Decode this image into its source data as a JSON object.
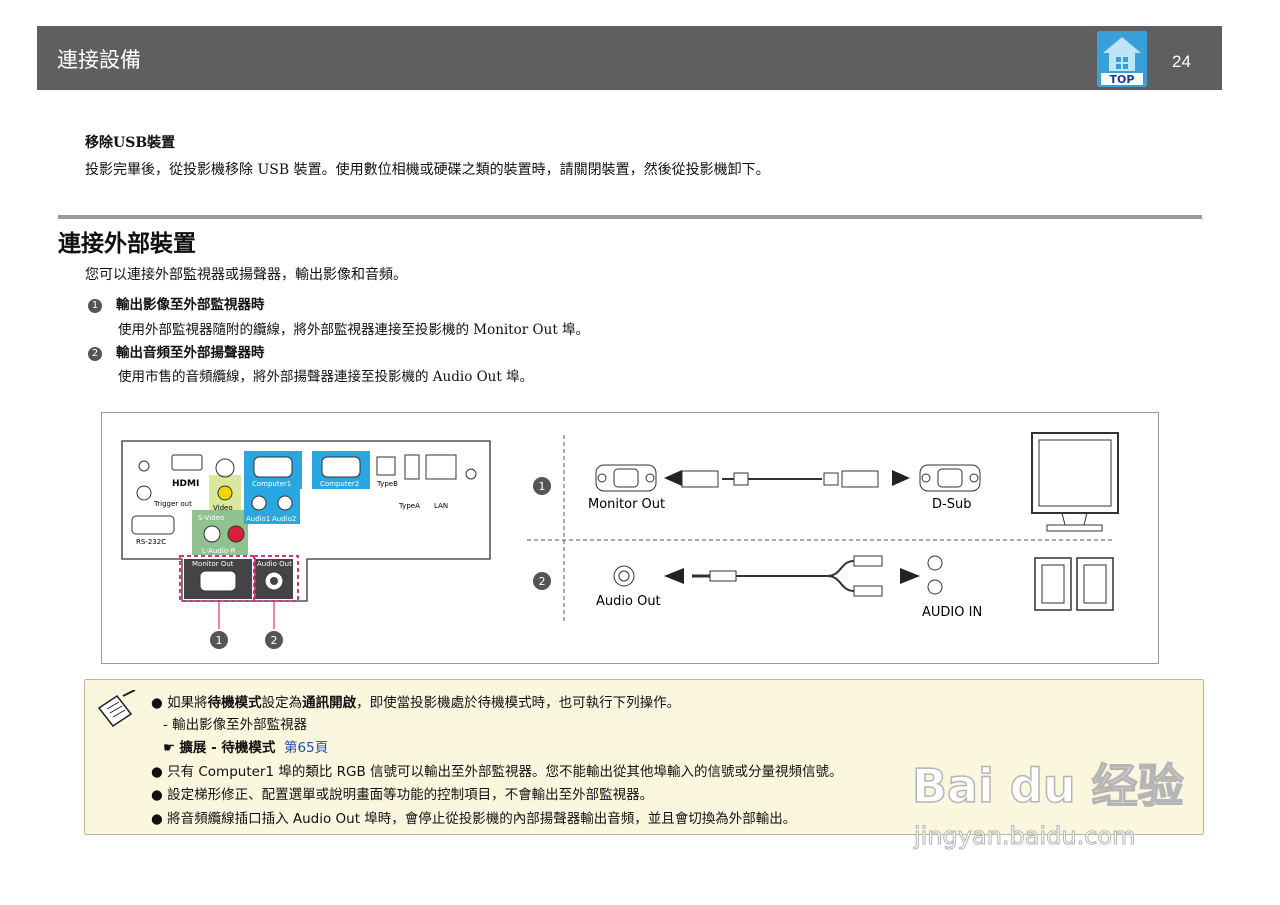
{
  "header": {
    "title": "連接設備",
    "top_label": "TOP",
    "page_number": "24"
  },
  "usb": {
    "heading": "移除USB裝置",
    "text": "投影完畢後，從投影機移除 USB 裝置。使用數位相機或硬碟之類的裝置時，請關閉裝置，然後從投影機卸下。"
  },
  "section": {
    "title": "連接外部裝置",
    "intro": "您可以連接外部監視器或揚聲器，輸出影像和音頻。",
    "items": [
      {
        "num": "1",
        "label": "輸出影像至外部監視器時",
        "desc": "使用外部監視器隨附的纜線，將外部監視器連接至投影機的 Monitor Out 埠。"
      },
      {
        "num": "2",
        "label": "輸出音頻至外部揚聲器時",
        "desc": "使用市售的音頻纜線，將外部揚聲器連接至投影機的 Audio Out 埠。"
      }
    ]
  },
  "diagram": {
    "panel_labels": {
      "hdmi": "HDMI",
      "trigger": "Trigger out",
      "rs232": "RS-232C",
      "video": "Video",
      "svideo": "S-Video",
      "audio_lr": "L-Audio-R",
      "computer1": "Computer1",
      "computer2": "Computer2",
      "audio1": "Audio1",
      "audio2": "Audio2",
      "typeb": "TypeB",
      "typea": "TypeA",
      "lan": "LAN",
      "monitor_out": "Monitor Out",
      "audio_out": "Audio Out"
    },
    "callout_nums": [
      "1",
      "2"
    ],
    "row1": {
      "num": "1",
      "left": "Monitor Out",
      "right": "D-Sub"
    },
    "row2": {
      "num": "2",
      "left": "Audio Out",
      "right": "AUDIO IN"
    }
  },
  "note": {
    "b1_pre": "如果將",
    "b1_bold1": "待機模式",
    "b1_mid": "設定為",
    "b1_bold2": "通訊開啟",
    "b1_post": "，即使當投影機處於待機模式時，也可執行下列操作。",
    "sub": "- 輸出影像至外部監視器",
    "ref_bold": "擴展 - 待機模式",
    "ref_link": "第65頁",
    "b2": "只有 Computer1 埠的類比 RGB 信號可以輸出至外部監視器。您不能輸出從其他埠輸入的信號或分量視頻信號。",
    "b3": "設定梯形修正、配置選單或說明畫面等功能的控制項目，不會輸出至外部監視器。",
    "b4": "將音頻纜線插口插入 Audio Out 埠時，會停止從投影機的內部揚聲器輸出音頻，並且會切換為外部輸出。"
  },
  "watermark": {
    "brand": "Bai du 经验",
    "url": "jingyan.baidu.com"
  }
}
